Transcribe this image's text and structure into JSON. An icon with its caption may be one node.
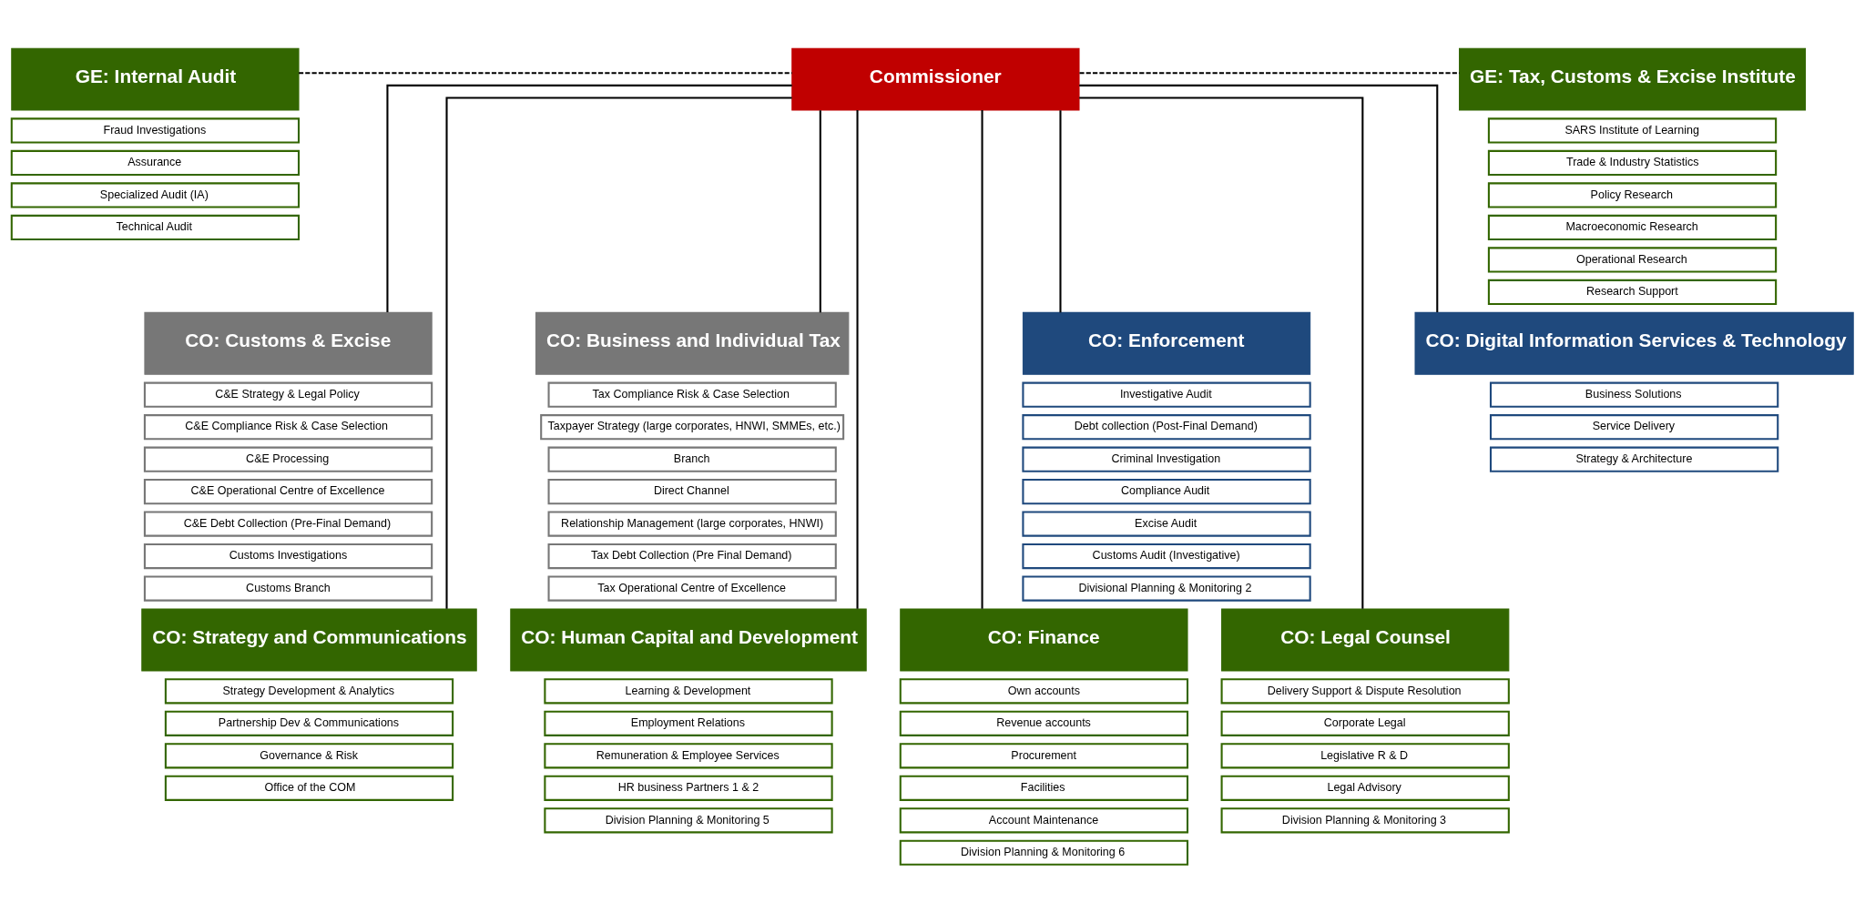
{
  "diagram": {
    "nodes": [
      {
        "text": [
          "Commissioner"
        ]
      },
      {
        "text": [
          "GE: Internal Audit"
        ]
      },
      {
        "text": [
          "Fraud Investigations"
        ]
      },
      {
        "text": [
          "Assurance"
        ]
      },
      {
        "text": [
          "Specialized Audit (IA)"
        ]
      },
      {
        "text": [
          "Technical Audit"
        ]
      },
      {
        "text": [
          "GE: Tax, Customs & Excise Institute"
        ]
      },
      {
        "text": [
          "SARS Institute of Learning"
        ]
      },
      {
        "text": [
          "Trade & Industry Statistics"
        ]
      },
      {
        "text": [
          "Policy Research"
        ]
      },
      {
        "text": [
          "Macroeconomic Research"
        ]
      },
      {
        "text": [
          "Operational Research"
        ]
      },
      {
        "text": [
          "Research Support"
        ]
      },
      {
        "text": [
          "CO: Business and Individual Tax"
        ]
      },
      {
        "text": [
          "Tax Compliance Risk & Case Selection"
        ]
      },
      {
        "text": [
          "Taxpayer Strategy (large corporates, HNWI, SMMEs, etc.)"
        ]
      },
      {
        "text": [
          "Branch"
        ]
      },
      {
        "text": [
          "Direct Channel"
        ]
      },
      {
        "text": [
          "Relationship Management (large corporates, HNWI)"
        ]
      },
      {
        "text": [
          "Tax Debt Collection (Pre Final Demand)"
        ]
      },
      {
        "text": [
          "Tax Operational Centre of Excellence"
        ]
      },
      {
        "text": [
          "CO: Customs & Excise"
        ]
      },
      {
        "text": [
          "C&E Strategy & Legal Policy"
        ]
      },
      {
        "text": [
          "C&E Compliance Risk & Case Selection"
        ]
      },
      {
        "text": [
          "C&E Processing"
        ]
      },
      {
        "text": [
          "C&E Operational Centre of Excellence"
        ]
      },
      {
        "text": [
          "C&E Debt Collection (Pre-Final Demand)"
        ]
      },
      {
        "text": [
          "Customs Investigations"
        ]
      },
      {
        "text": [
          "Customs Branch"
        ]
      },
      {
        "text": [
          "CO: Enforcement"
        ]
      },
      {
        "text": [
          "Investigative Audit"
        ]
      },
      {
        "text": [
          "Debt collection (Post-Final Demand)"
        ]
      },
      {
        "text": [
          "Criminal Investigation"
        ]
      },
      {
        "text": [
          "Compliance Audit"
        ]
      },
      {
        "text": [
          "Excise Audit"
        ]
      },
      {
        "text": [
          "Customs Audit (Investigative)"
        ]
      },
      {
        "text": [
          "Divisional Planning & Monitoring 2"
        ]
      },
      {
        "text": [
          "CO: Digital Information Services & Technology"
        ]
      },
      {
        "text": [
          "Business Solutions"
        ]
      },
      {
        "text": [
          "Service Delivery"
        ]
      },
      {
        "text": [
          "Strategy & Architecture"
        ]
      },
      {
        "text": [
          "CO: Human Capital and Development"
        ]
      },
      {
        "text": [
          "Learning & Development"
        ]
      },
      {
        "text": [
          "Employment Relations"
        ]
      },
      {
        "text": [
          "Remuneration & Employee Services"
        ]
      },
      {
        "text": [
          "HR business Partners 1 & 2"
        ]
      },
      {
        "text": [
          "Division Planning & Monitoring 5"
        ]
      },
      {
        "text": [
          "CO: Strategy and Communications"
        ]
      },
      {
        "text": [
          "Strategy Development & Analytics"
        ]
      },
      {
        "text": [
          "Partnership Dev & Communications"
        ]
      },
      {
        "text": [
          "Governance & Risk"
        ]
      },
      {
        "text": [
          "Office of the COM"
        ]
      },
      {
        "text": [
          "CO: Finance"
        ]
      },
      {
        "text": [
          "Own accounts"
        ]
      },
      {
        "text": [
          "Revenue accounts"
        ]
      },
      {
        "text": [
          "Procurement"
        ]
      },
      {
        "text": [
          "Facilities"
        ]
      },
      {
        "text": [
          "Account Maintenance"
        ]
      },
      {
        "text": [
          "Division Planning & Monitoring 6"
        ]
      },
      {
        "text": [
          "CO: Legal Counsel"
        ]
      },
      {
        "text": [
          "Delivery Support & Dispute Resolution"
        ]
      },
      {
        "text": [
          "Corporate Legal"
        ]
      },
      {
        "text": [
          "Legislative R & D"
        ]
      },
      {
        "text": [
          "Legal Advisory"
        ]
      },
      {
        "text": [
          "Division Planning & Monitoring 3"
        ]
      }
    ],
    "edges": [
      {
        "from": 1,
        "to": 0,
        "arrow": "none",
        "style": "dashed"
      },
      {
        "from": 0,
        "to": 6,
        "arrow": "none",
        "style": "dashed"
      },
      {
        "from": 0,
        "to": 13,
        "arrow": "none"
      },
      {
        "from": 0,
        "to": 21,
        "arrow": "none"
      },
      {
        "from": 0,
        "to": 29,
        "arrow": "none"
      },
      {
        "from": 0,
        "to": 37,
        "arrow": "none"
      },
      {
        "from": 0,
        "to": 41,
        "arrow": "none"
      },
      {
        "from": 0,
        "to": 47,
        "arrow": "none"
      },
      {
        "from": 0,
        "to": 52,
        "arrow": "none"
      },
      {
        "from": 0,
        "to": 59,
        "arrow": "none"
      }
    ]
  }
}
